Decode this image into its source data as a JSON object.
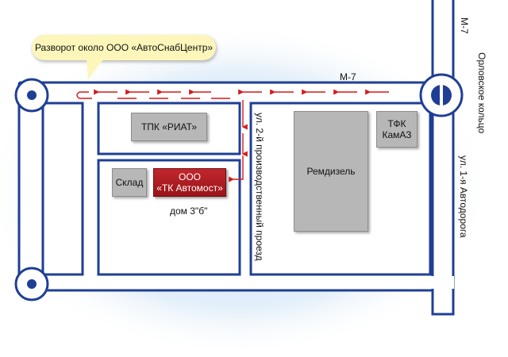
{
  "callout": {
    "text": "Разворот около ООО «АвтоСнабЦентр»"
  },
  "roads": {
    "m7_top": "М-7",
    "m7_right": "М-7",
    "ring": "Орловское кольцо",
    "avtodoroga": "ул. 1-я Автодорога",
    "proezd": "ул. 2-й производственный проезд"
  },
  "buildings": {
    "tpk_riat": "ТПК «РИАТ»",
    "sklad": "Склад",
    "target_line1": "ООО",
    "target_line2": "«ТК Автомост»",
    "address": "дом 3\"б\"",
    "remdizel": "Ремдизель",
    "tfk_line1": "ТФК",
    "tfk_line2": "КамАЗ"
  },
  "colors": {
    "road_border": "#1f3f95",
    "road_fill": "#ffffff",
    "building": "#b7b7b7",
    "target": "#b01e24",
    "route": "#d31a1a",
    "callout": "#fcf6ba",
    "glow": "#cfe3f6"
  }
}
